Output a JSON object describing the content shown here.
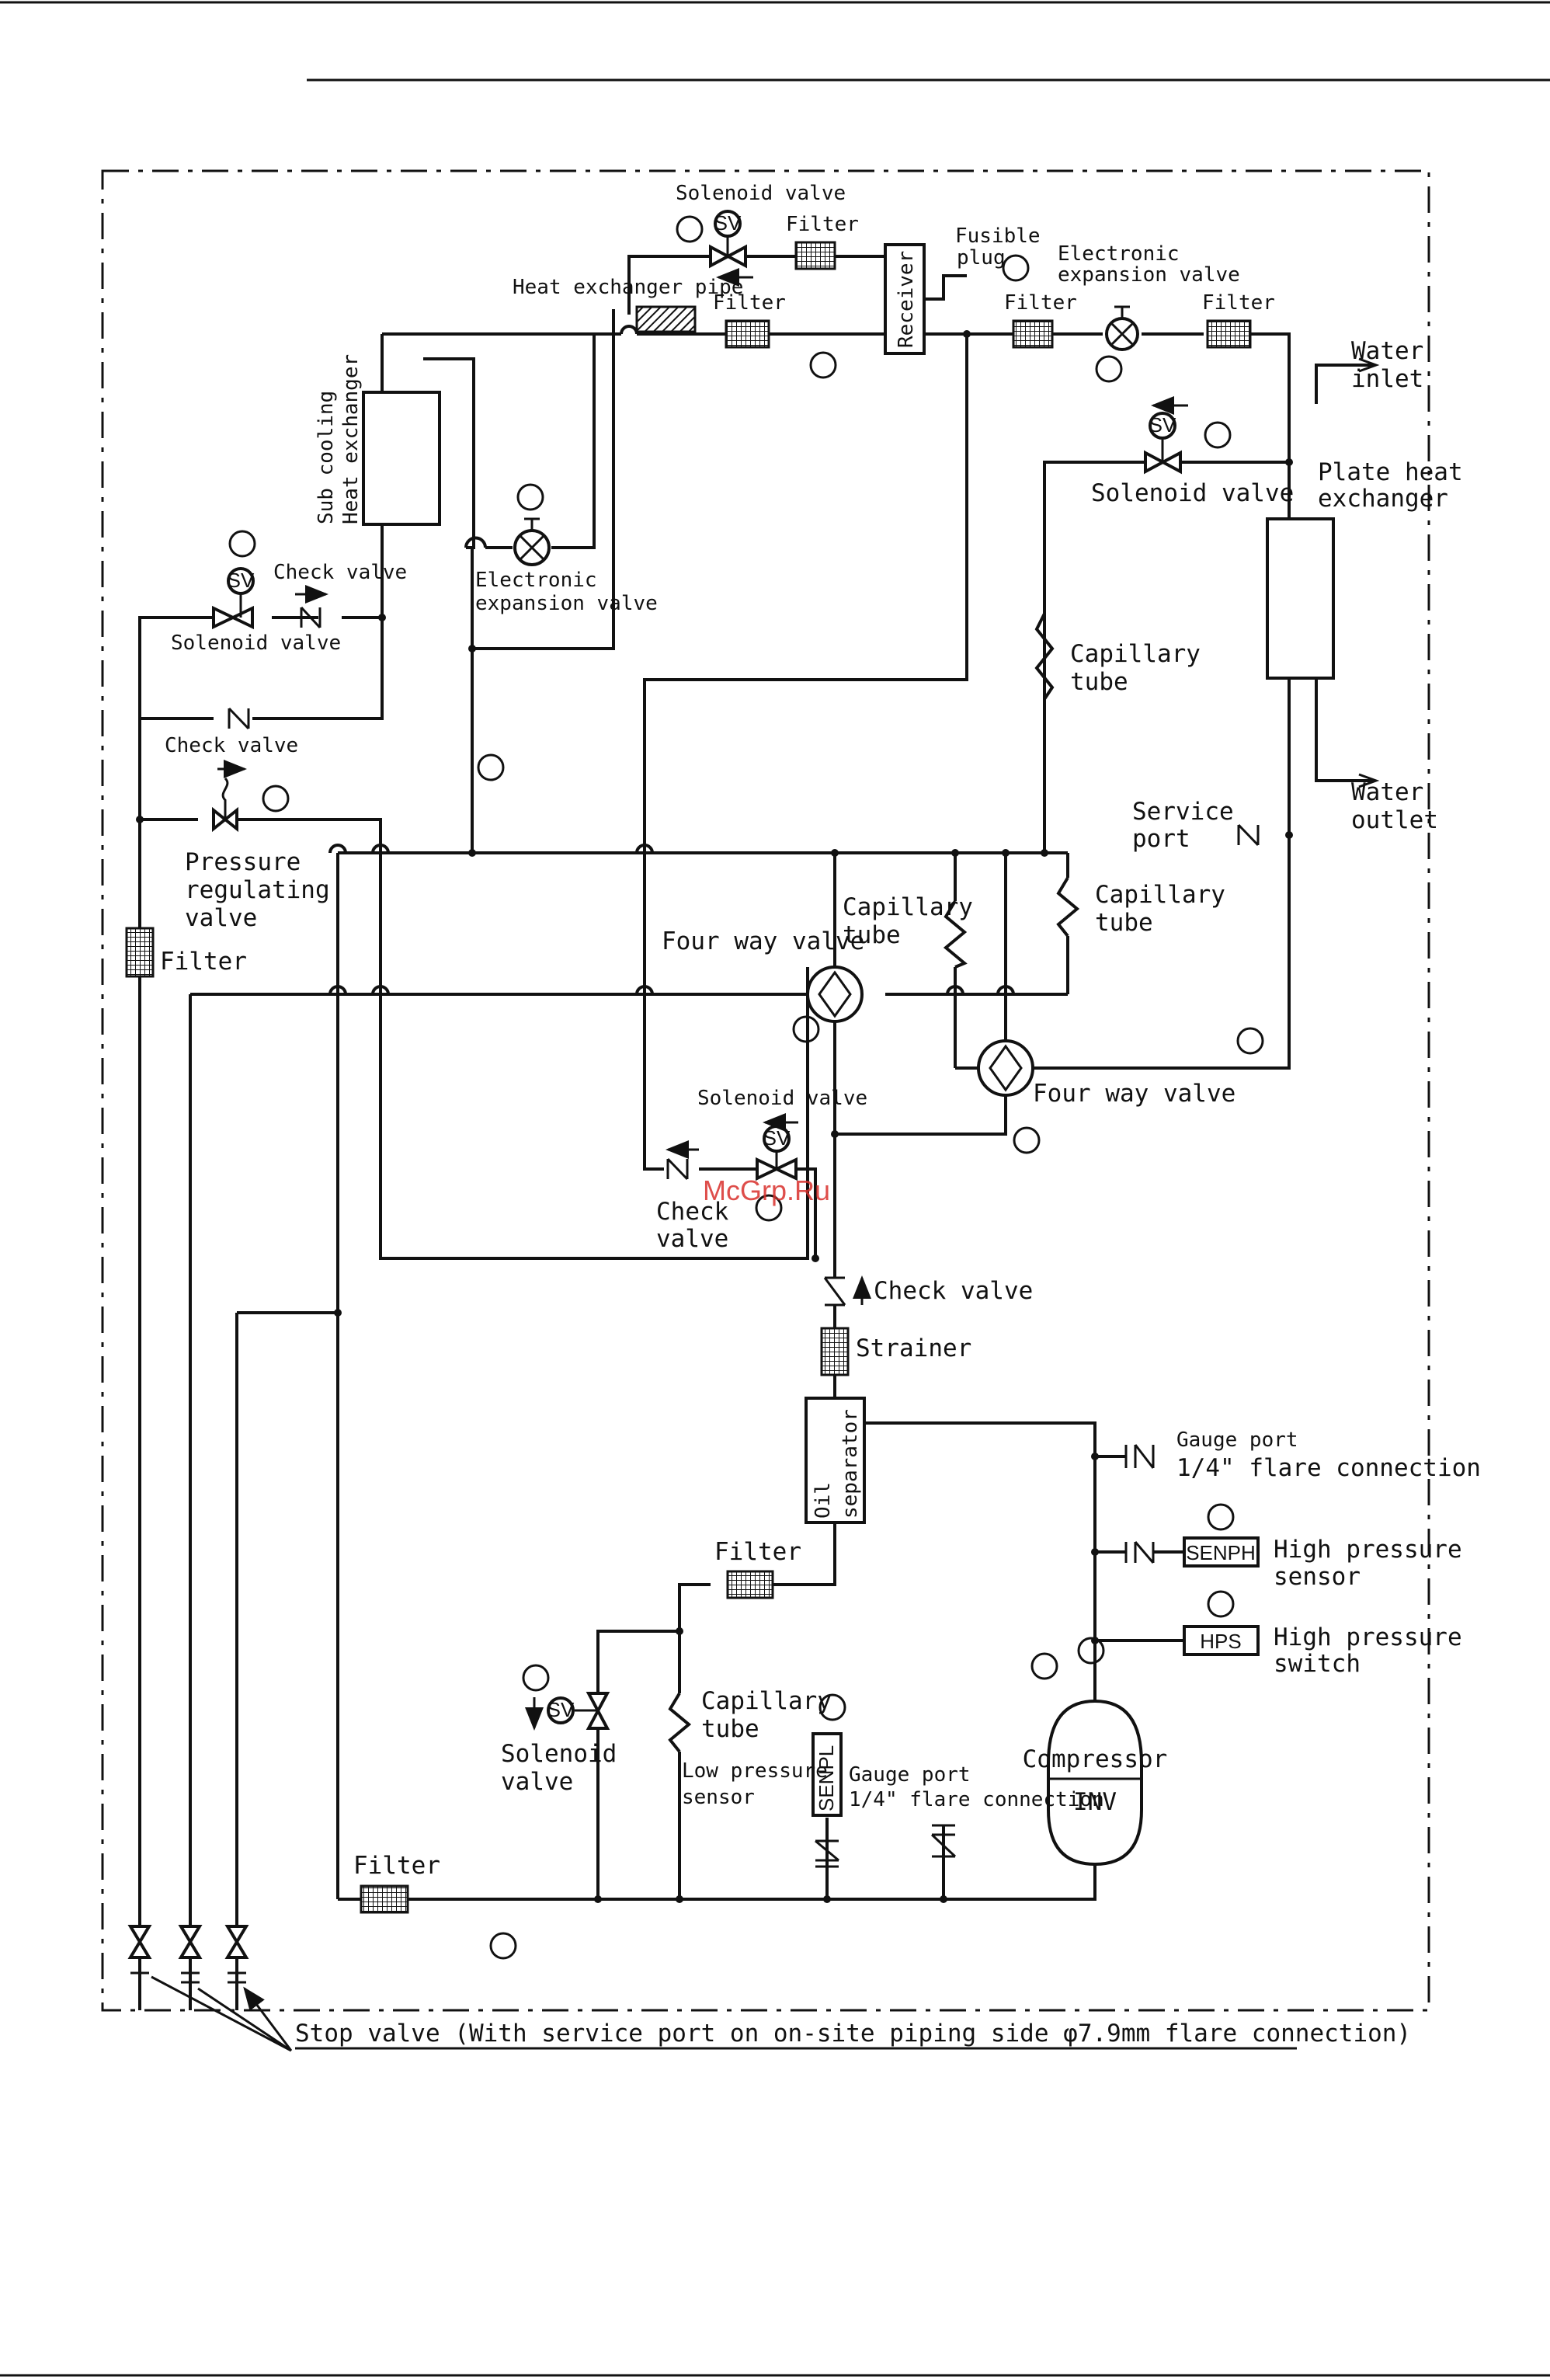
{
  "watermark": "McGrp.Ru",
  "labels": {
    "solenoid_top": "Solenoid valve",
    "filter_top": "Filter",
    "fusible_1": "Fusible",
    "fusible_2": "plug",
    "exp_top_1": "Electronic",
    "exp_top_2": "expansion valve",
    "hx_pipe": "Heat exchanger pipe",
    "filter_a": "Filter",
    "receiver": "Receiver",
    "filter_b": "Filter",
    "filter_c": "Filter",
    "water_inlet_1": "Water",
    "water_inlet_2": "inlet",
    "subcool_1": "Sub cooling",
    "subcool_2": "Heat exchanger",
    "solenoid_right": "Solenoid valve",
    "plate_1": "Plate heat",
    "plate_2": "exchanger",
    "check_top": "Check valve",
    "exp_mid_1": "Electronic",
    "exp_mid_2": "expansion valve",
    "solenoid_left": "Solenoid valve",
    "capillary_1a": "Capillary",
    "capillary_1b": "tube",
    "check_left": "Check valve",
    "water_outlet_1": "Water",
    "water_outlet_2": "outlet",
    "prv_1": "Pressure",
    "prv_2": "regulating",
    "prv_3": "valve",
    "service_1": "Service",
    "service_2": "port",
    "capillary_2a": "Capillary",
    "capillary_2b": "tube",
    "capillary_3a": "Capillary",
    "capillary_3b": "tube",
    "filter_left": "Filter",
    "four_way_1": "Four way valve",
    "four_way_2": "Four way valve",
    "solenoid_mid": "Solenoid valve",
    "check_mid_1": "Check",
    "check_mid_2": "valve",
    "check_vert": "Check valve",
    "strainer": "Strainer",
    "oil_sep_1": "Oil",
    "oil_sep_2": "separator",
    "gauge_top_1": "Gauge port",
    "gauge_top_2": "1/4\" flare connection",
    "filter_low": "Filter",
    "senph": "SENPH",
    "hp_sensor_1": "High pressure",
    "hp_sensor_2": "sensor",
    "hps": "HPS",
    "hp_switch_1": "High pressure",
    "hp_switch_2": "switch",
    "capillary_4a": "Capillary",
    "capillary_4b": "tube",
    "solenoid_bot_1": "Solenoid",
    "solenoid_bot_2": "valve",
    "lp_sensor_1": "Low pressure",
    "lp_sensor_2": "sensor",
    "senpl": "SENPL",
    "gauge_bot_1": "Gauge port",
    "gauge_bot_2": "1/4\" flare connection",
    "compressor": "Compressor",
    "inv": "INV",
    "filter_bottom": "Filter",
    "sv": "SV",
    "stop_valve": "Stop valve (With service port on on-site piping side  φ7.9mm flare connection)"
  },
  "icons": [
    "solenoid-valve-icon",
    "check-valve-icon",
    "filter-icon",
    "electronic-expansion-valve-icon",
    "four-way-valve-icon",
    "capillary-tube-icon",
    "stop-valve-icon",
    "compressor-icon",
    "temperature-sensor-icon"
  ]
}
